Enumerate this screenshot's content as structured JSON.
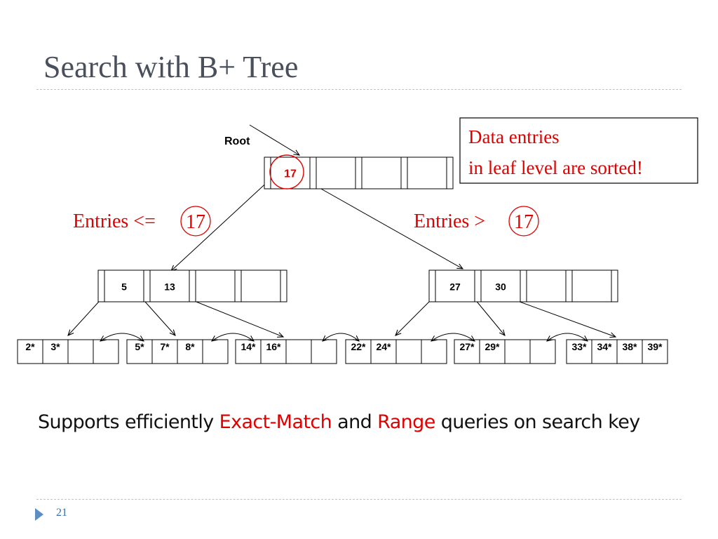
{
  "slide": {
    "title": "Search with B+ Tree",
    "page_number": "21",
    "summary": {
      "prefix": "Supports efficiently ",
      "exact_match": "Exact-Match",
      "middle": " and ",
      "range": "Range",
      "suffix": " queries on search key"
    }
  },
  "diagram": {
    "root_label": "Root",
    "note_lines": [
      "Data entries",
      "in leaf level are sorted!"
    ],
    "left_branch_label": "Entries <=",
    "right_branch_label": "Entries >",
    "branch_key": "17",
    "root_keys": [
      "17"
    ],
    "inner_left_keys": [
      "5",
      "13"
    ],
    "inner_right_keys": [
      "27",
      "30"
    ],
    "leaves": [
      [
        "2*",
        "3*"
      ],
      [
        "5*",
        "7*",
        "8*"
      ],
      [
        "14*",
        "16*"
      ],
      [
        "22*",
        "24*"
      ],
      [
        "27*",
        "29*"
      ],
      [
        "33*",
        "34*",
        "38*",
        "39*"
      ]
    ],
    "colors": {
      "highlight": "#e00000",
      "line": "#000000"
    }
  }
}
